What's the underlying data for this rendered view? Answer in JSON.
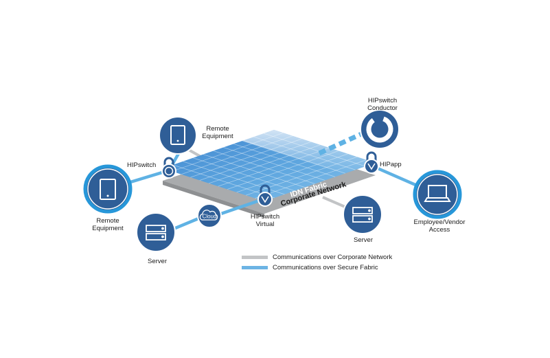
{
  "labels": {
    "remote_equipment_top": [
      "Remote",
      "Equipment"
    ],
    "remote_equipment_left": [
      "Remote",
      "Equipment"
    ],
    "hipswitch": "HIPswitch",
    "hipswitch_virtual": [
      "HIPswitch",
      "Virtual"
    ],
    "hipswitch_conductor": [
      "HIPswitch",
      "Conductor"
    ],
    "hipapp": "HIPapp",
    "employee_vendor": [
      "Employee/Vendor",
      "Access"
    ],
    "server_left": "Server",
    "server_right": "Server",
    "cloud": "Cloud"
  },
  "planes": {
    "idn_fabric": "IDN Fabric",
    "corporate_network": "Corporate Network"
  },
  "legend": [
    {
      "label": "Communications over Corporate Network",
      "color": "#c2c4c6"
    },
    {
      "label": "Communications over Secure Fabric",
      "color": "#6cb4e4"
    }
  ],
  "colors": {
    "node_fill": "#2f5e97",
    "node_ring": "#2797d9",
    "fabric_link": "#5fb2e4",
    "corporate_link": "#c2c4c6",
    "fabric_plane": "#4f94d6",
    "corporate_plane": "#a9abad"
  },
  "icons": {
    "remote_equipment": "tablet-icon",
    "server": "server-icon",
    "employee_vendor": "laptop-icon",
    "hipswitch": "padlock-icon",
    "conductor": "donut-icon",
    "cloud": "cloud-icon"
  }
}
